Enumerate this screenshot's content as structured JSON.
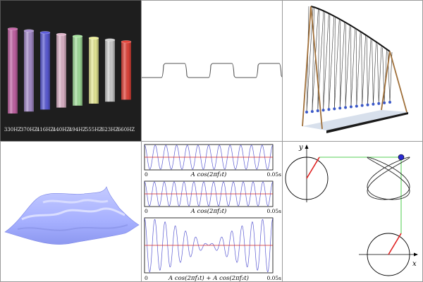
{
  "tubes": {
    "frequencies": [
      "330HZ",
      "370HZ",
      "416HZ",
      "440HZ",
      "494HZ",
      "555HZ",
      "623HZ",
      "660HZ"
    ],
    "colors": [
      "#c765a8",
      "#a98fcf",
      "#5e5edb",
      "#e3b8cd",
      "#a8e6a0",
      "#eef09a",
      "#d2d2d2",
      "#e8463c"
    ]
  },
  "square_wave": {
    "colors": {
      "line": "#555555"
    }
  },
  "waveforms": {
    "formulas": [
      "A cos(2πf₁t)",
      "A cos(2πf₂t)",
      "A cos(2πf₁t) + A cos(2πf₂t)"
    ],
    "t_start": "0",
    "t_end": "0.05s",
    "colors": {
      "wave": "#5a5ad2",
      "axis": "#d21f1f"
    }
  },
  "lissajous": {
    "x_label": "x",
    "y_label": "y",
    "colors": {
      "curve": "#222222",
      "radius": "#e02020",
      "link": "#20c020",
      "dot": "#2a2ad0"
    }
  },
  "pendulum": {
    "colors": {
      "frame": "#a0703a",
      "string": "#333333",
      "bob": "#3a58c8",
      "base": "#d8e0ec"
    }
  },
  "membrane": {
    "colors": {
      "surface": "#aab4ff",
      "shade": "#7c86e6"
    }
  }
}
